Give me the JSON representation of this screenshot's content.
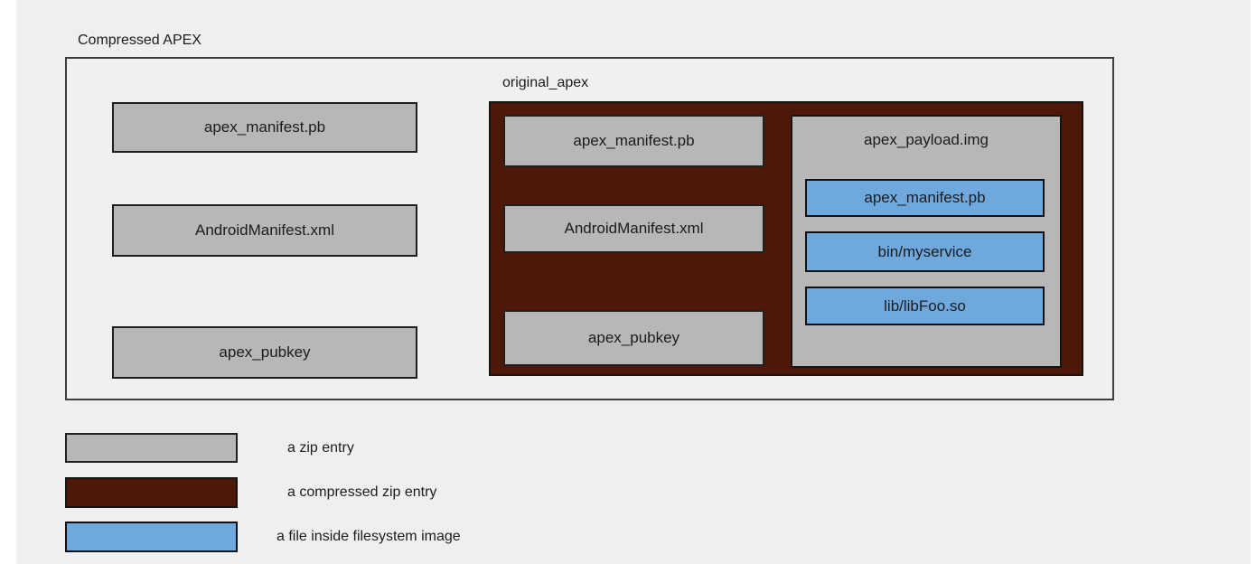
{
  "compressed_apex": {
    "label": "Compressed APEX",
    "zip_entries": [
      "apex_manifest.pb",
      "AndroidManifest.xml",
      "apex_pubkey"
    ],
    "original_apex": {
      "label": "original_apex",
      "zip_entries": [
        "apex_manifest.pb",
        "AndroidManifest.xml",
        "apex_pubkey"
      ],
      "payload_image": {
        "label": "apex_payload.img",
        "files": [
          "apex_manifest.pb",
          "bin/myservice",
          "lib/libFoo.so"
        ]
      }
    }
  },
  "legend": {
    "items": [
      {
        "type": "zip-entry",
        "color": "#b7b7b7",
        "label": "a zip entry"
      },
      {
        "type": "compressed-zip-entry",
        "color": "#4e1808",
        "label": "a compressed zip entry"
      },
      {
        "type": "file-inside-filesystem-image",
        "color": "#6fa8dc",
        "label": "a file inside filesystem image"
      }
    ]
  },
  "colors": {
    "page_background": "#efefef",
    "zip_entry_fill": "#b7b7b7",
    "compressed_zip_entry_fill": "#4e1808",
    "filesystem_file_fill": "#6fa8dc"
  }
}
